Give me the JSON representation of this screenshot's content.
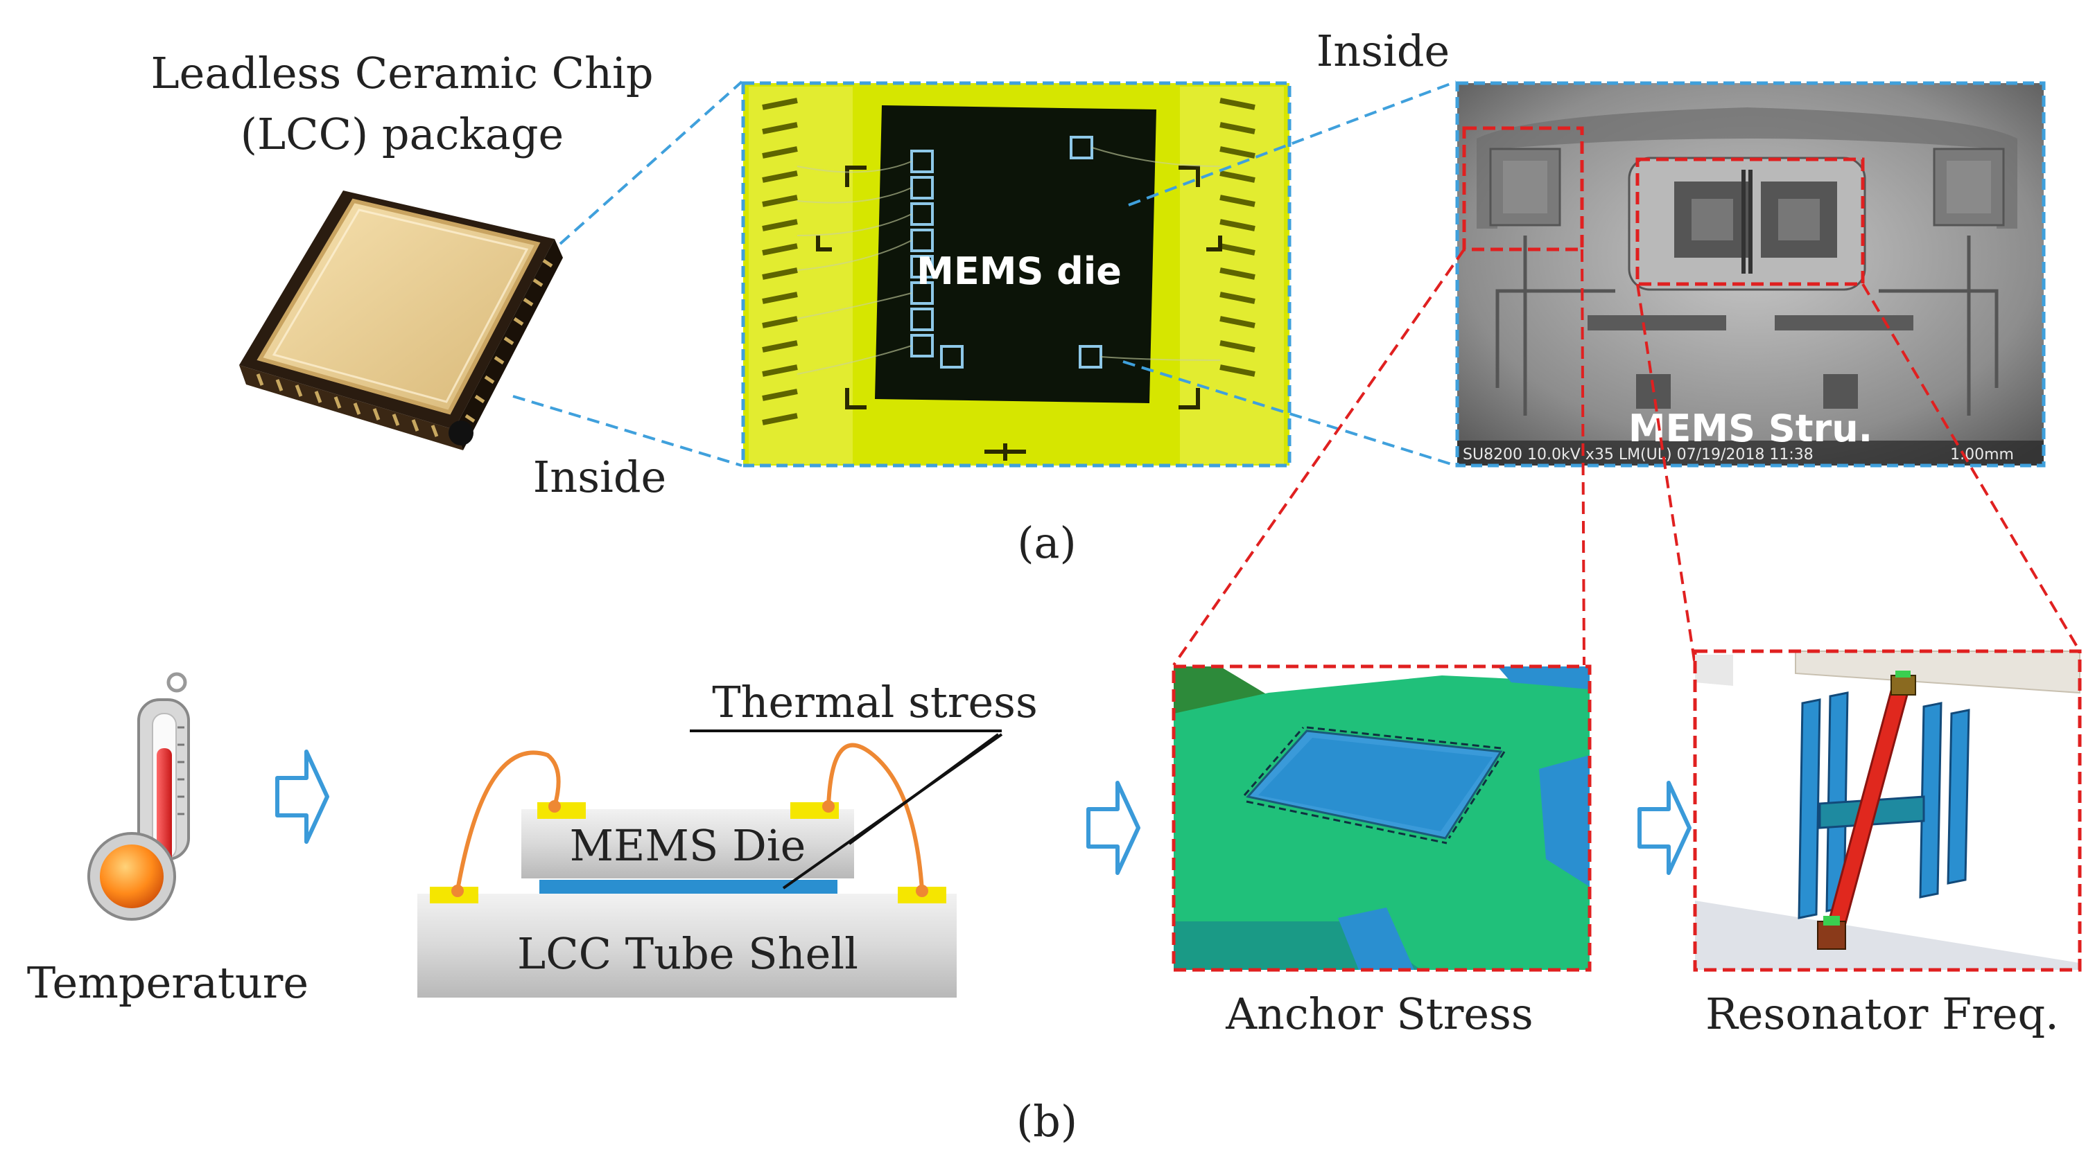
{
  "panel_a": {
    "lcc_title_line1": "Leadless Ceramic Chip",
    "lcc_title_line2": "(LCC) package",
    "inside_left": "Inside",
    "inside_top": "Inside",
    "mems_die_label": "MEMS die",
    "mems_stru_label": "MEMS Stru.",
    "sem_info": "SU8200 10.0kV x35 LM(UL) 07/19/2018 11:38",
    "sem_scale": "1.00mm",
    "caption": "(a)"
  },
  "panel_b": {
    "temperature_label": "Temperature",
    "thermal_stress_label": "Thermal stress",
    "mems_die_block": "MEMS Die",
    "lcc_shell_block": "LCC Tube Shell",
    "anchor_stress_label": "Anchor Stress",
    "resonator_label": "Resonator Freq.",
    "caption": "(b)"
  },
  "colors": {
    "blue_dash": "#3fa0dc",
    "red_dash": "#e02020",
    "arrow_blue": "#3a9ad9",
    "wire_orange": "#ee8833",
    "pad_yellow": "#f5e600",
    "stress_green": "#22c07a",
    "stress_blue": "#2a8fd0",
    "resonator_red": "#e0281e"
  }
}
